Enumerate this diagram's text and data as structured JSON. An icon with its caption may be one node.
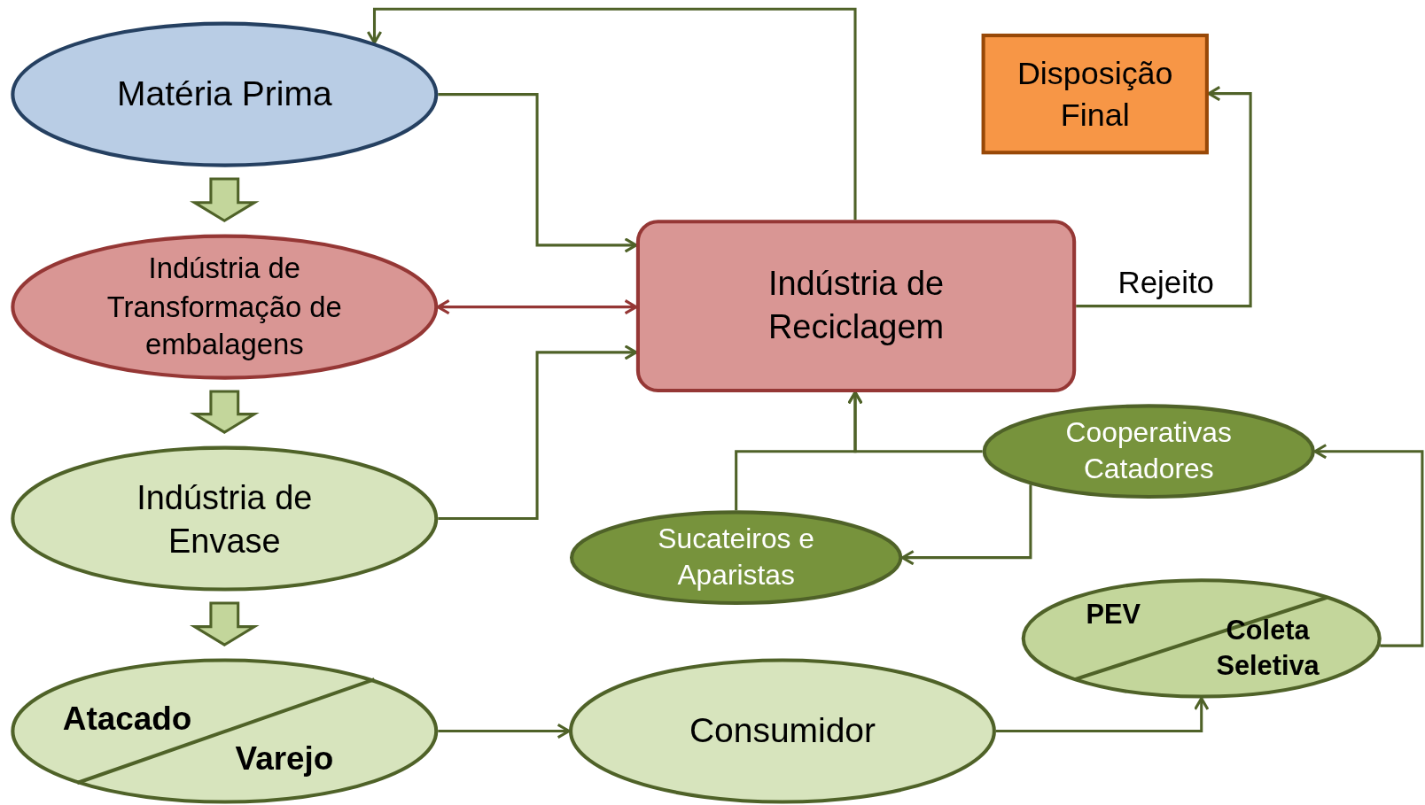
{
  "diagram": {
    "nodes": [
      {
        "text": [
          "Matéria Prima"
        ]
      },
      {
        "text": [
          "Indústria de Transformação de embalagens"
        ]
      },
      {
        "text": [
          "Indústria de Envase"
        ]
      },
      {
        "text": [
          "Atacado",
          "Varejo"
        ]
      },
      {
        "text": [
          "Consumidor"
        ]
      },
      {
        "text": [
          "PEV",
          "Coleta Seletiva"
        ]
      },
      {
        "text": [
          "Cooperativas Catadores"
        ]
      },
      {
        "text": [
          "Sucateiros e Aparistas"
        ]
      },
      {
        "text": [
          "Indústria de Reciclagem"
        ]
      },
      {
        "text": [
          "Disposição Final"
        ]
      }
    ],
    "edges": [
      {
        "from": 0,
        "to": 1,
        "arrow": "to",
        "style": "thick"
      },
      {
        "from": 1,
        "to": 2,
        "arrow": "to",
        "style": "thick"
      },
      {
        "from": 2,
        "to": 3,
        "arrow": "to",
        "style": "thick"
      },
      {
        "from": 0,
        "to": 8,
        "arrow": "to"
      },
      {
        "from": 1,
        "to": 8,
        "arrow": "both",
        "color": "#953735"
      },
      {
        "from": 2,
        "to": 8,
        "arrow": "to"
      },
      {
        "from": 3,
        "to": 4,
        "arrow": "to"
      },
      {
        "from": 4,
        "to": 5,
        "arrow": "to"
      },
      {
        "from": 5,
        "to": 6,
        "arrow": "to"
      },
      {
        "from": 6,
        "to": 7,
        "arrow": "to"
      },
      {
        "from": 6,
        "to": 8,
        "arrow": "to"
      },
      {
        "from": 7,
        "to": 8,
        "arrow": "to"
      },
      {
        "from": 8,
        "to": 0,
        "arrow": "to"
      },
      {
        "from": 8,
        "to": 9,
        "arrow": "to",
        "label": "Rejeito"
      }
    ]
  }
}
